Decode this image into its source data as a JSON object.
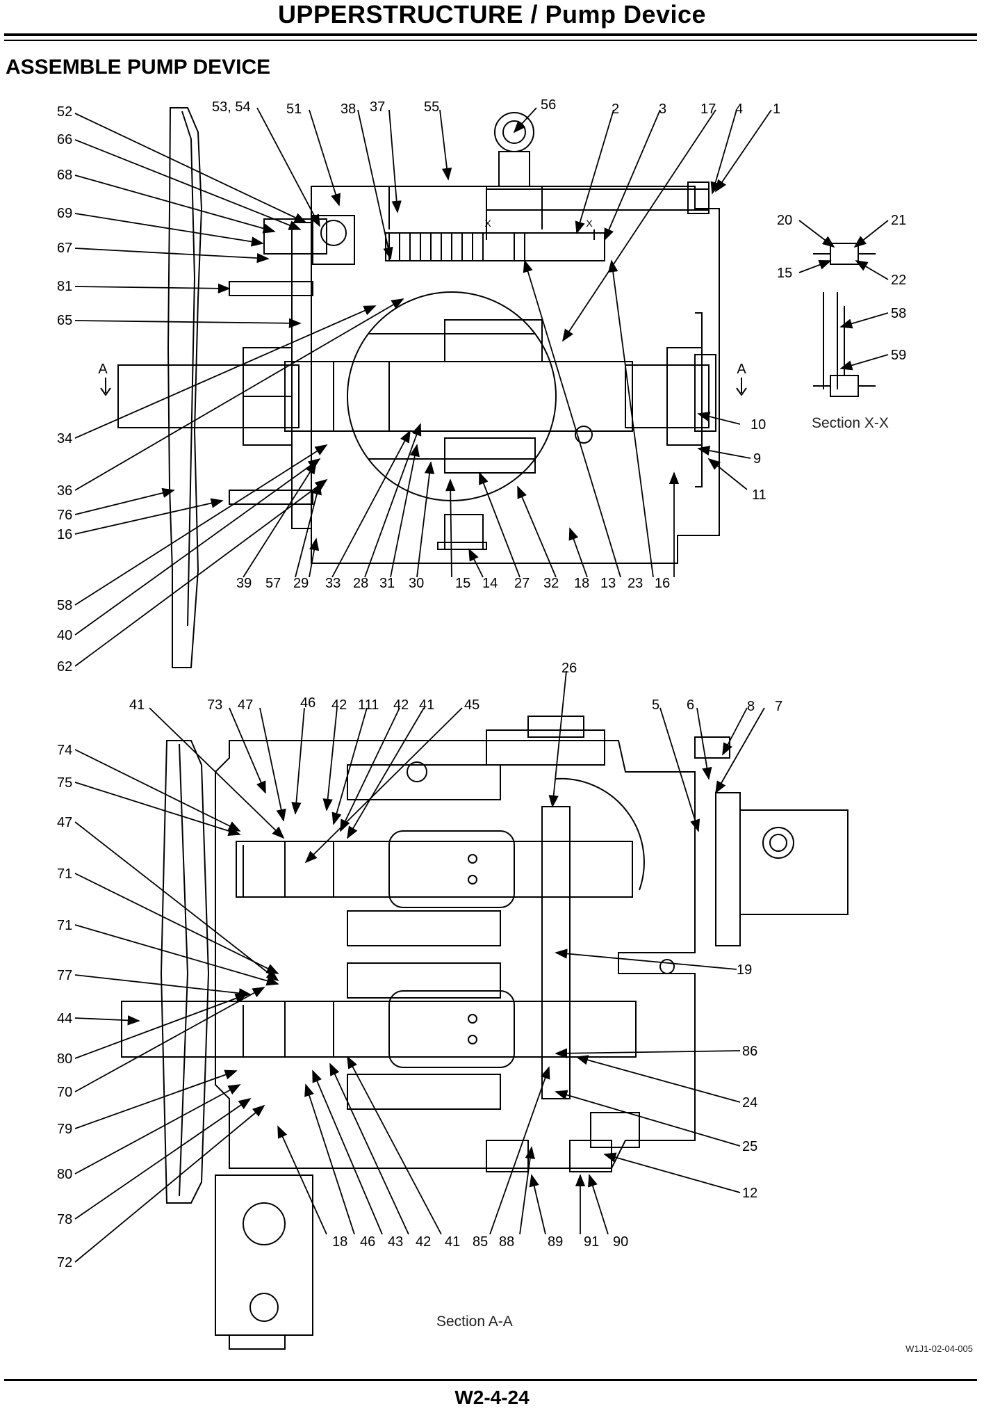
{
  "header": {
    "title": "UPPERSTRUCTURE / Pump Device"
  },
  "section": {
    "title": "ASSEMBLE PUMP DEVICE"
  },
  "figure": {
    "caption_x": "Section X-X",
    "caption_a": "Section A-A",
    "figure_code": "W1J1-02-04-005",
    "view_markers": {
      "x": "X",
      "a": "A"
    }
  },
  "callouts": {
    "top_view": [
      "52",
      "66",
      "68",
      "69",
      "67",
      "81",
      "65",
      "34",
      "36",
      "76",
      "16",
      "58",
      "40",
      "62",
      "53, 54",
      "51",
      "38",
      "37",
      "55",
      "56",
      "2",
      "3",
      "17",
      "4",
      "1",
      "10",
      "9",
      "11",
      "39",
      "57",
      "29",
      "33",
      "28",
      "31",
      "30",
      "15",
      "14",
      "27",
      "32",
      "18",
      "13",
      "23",
      "16"
    ],
    "section_x": [
      "20",
      "21",
      "15",
      "22",
      "58",
      "59"
    ],
    "section_a": [
      "74",
      "75",
      "47",
      "71",
      "71",
      "77",
      "44",
      "80",
      "70",
      "79",
      "80",
      "78",
      "72",
      "41",
      "73",
      "47",
      "46",
      "42",
      "111",
      "42",
      "41",
      "45",
      "26",
      "5",
      "6",
      "8",
      "7",
      "19",
      "86",
      "24",
      "25",
      "12",
      "18",
      "46",
      "43",
      "42",
      "41",
      "85",
      "88",
      "89",
      "91",
      "90"
    ]
  },
  "footer": {
    "page": "W2-4-24"
  }
}
